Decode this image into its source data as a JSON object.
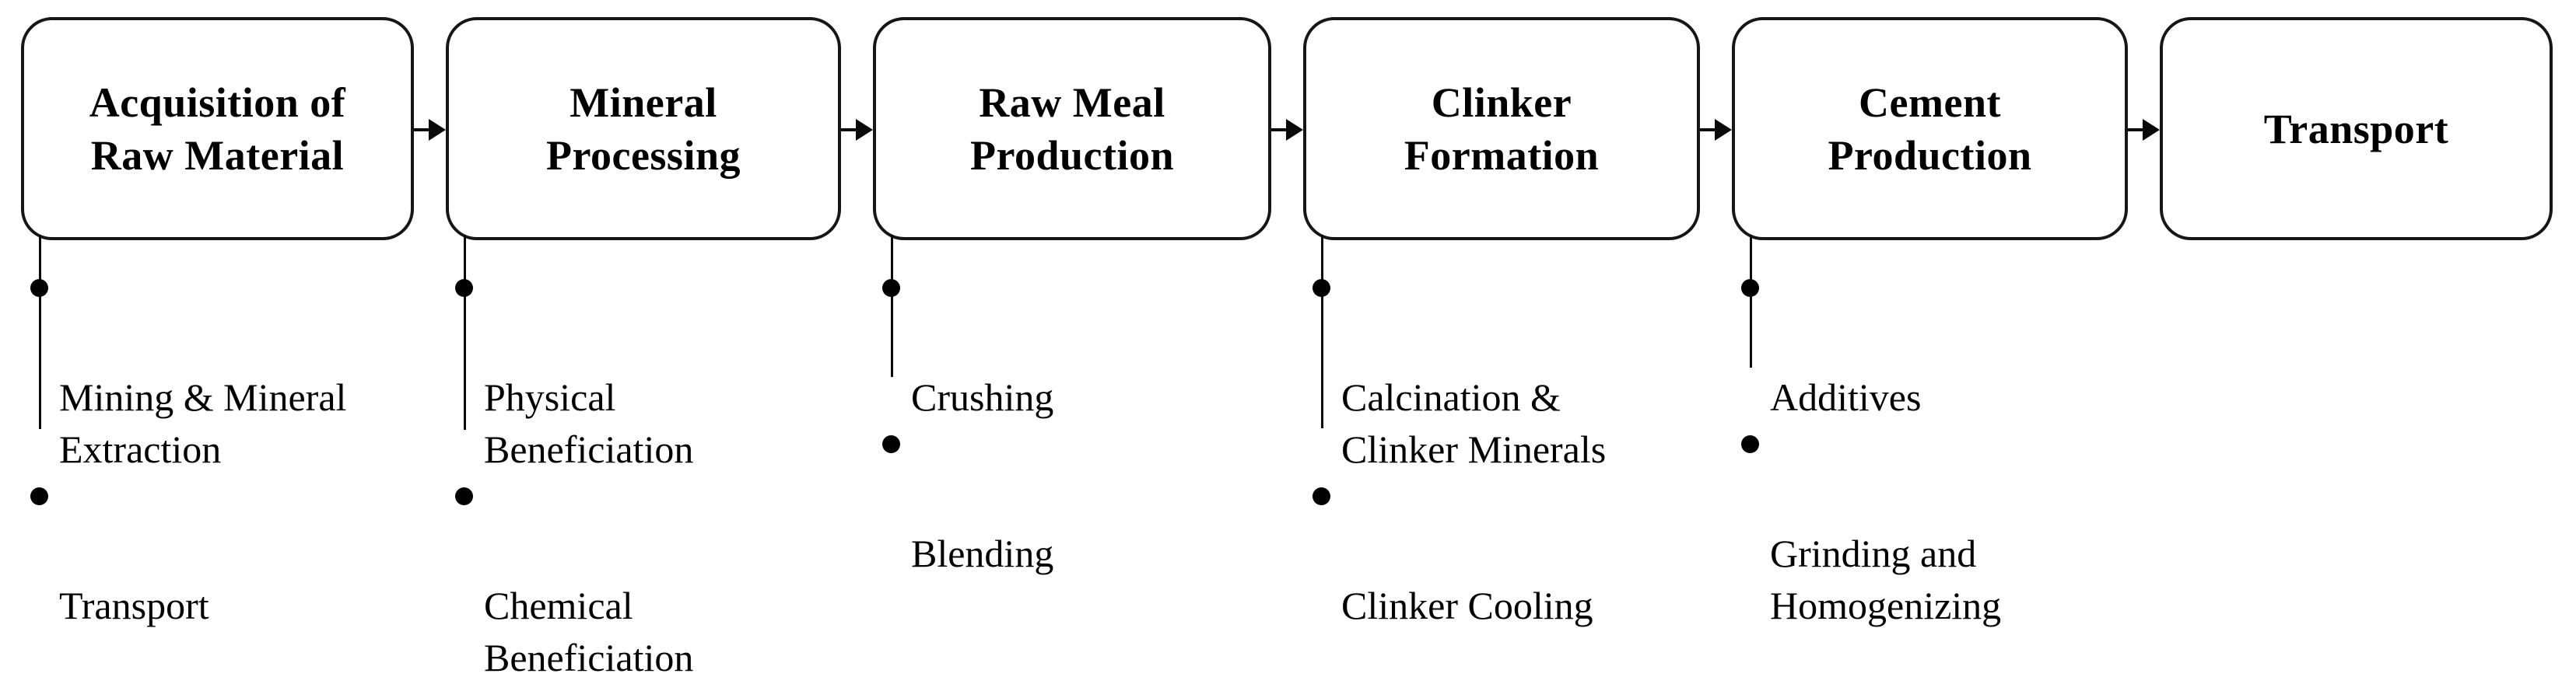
{
  "diagram_type": "process-flow",
  "colors": {
    "background": "#ffffff",
    "line": "#000000",
    "text": "#000000"
  },
  "columns": [
    {
      "title": "Acquisition of\nRaw Material",
      "bullets": [
        "Mining & Mineral\nExtraction",
        "Transport"
      ]
    },
    {
      "title": "Mineral\nProcessing",
      "bullets": [
        "Physical\nBeneficiation",
        "Chemical\nBeneficiation"
      ]
    },
    {
      "title": "Raw Meal\nProduction",
      "bullets": [
        "Crushing",
        "Blending"
      ]
    },
    {
      "title": "Clinker\nFormation",
      "bullets": [
        "Calcination &\nClinker Minerals",
        "Clinker Cooling"
      ]
    },
    {
      "title": "Cement\nProduction",
      "bullets": [
        "Additives",
        "Grinding and\nHomogenizing"
      ]
    },
    {
      "title": "Transport",
      "bullets": []
    }
  ]
}
